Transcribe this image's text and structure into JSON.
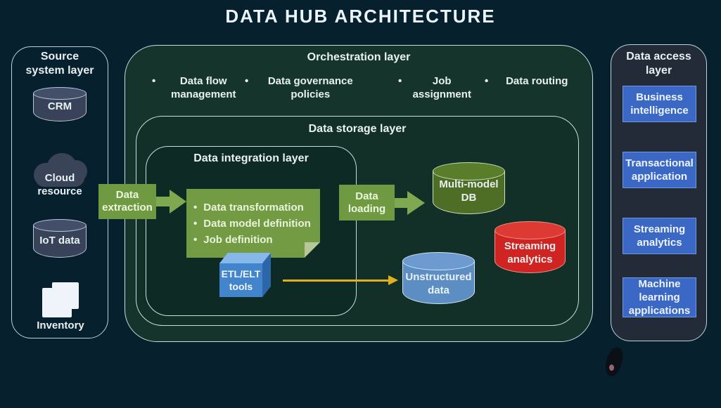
{
  "ui": {
    "bullet": "•"
  },
  "title": "DATA HUB ARCHITECTURE",
  "source_layer": {
    "title": "Source\nsystem layer",
    "items": [
      {
        "label": "CRM",
        "icon": "database-cylinder-icon"
      },
      {
        "label": "Cloud\nresource",
        "icon": "cloud-icon"
      },
      {
        "label": "IoT data",
        "icon": "database-cylinder-icon"
      },
      {
        "label": "Inventory",
        "icon": "documents-icon"
      }
    ]
  },
  "orchestration_layer": {
    "title": "Orchestration layer",
    "items": [
      {
        "label": "Data flow\nmanagement"
      },
      {
        "label": "Data governance\npolicies"
      },
      {
        "label": "Job\nassignment"
      },
      {
        "label": "Data routing"
      }
    ]
  },
  "storage_layer": {
    "title": "Data storage layer"
  },
  "integration_layer": {
    "title": "Data integration layer",
    "bullets": [
      "Data transformation",
      "Data model definition",
      "Job definition"
    ],
    "etl_tools_label": "ETL/ELT\ntools"
  },
  "flows": {
    "extraction_label": "Data\nextraction",
    "loading_label": "Data\nloading"
  },
  "storage_nodes": {
    "multi_model_db": "Multi-model\nDB",
    "streaming_analytics": "Streaming\nanalytics",
    "unstructured_data": "Unstructured\ndata"
  },
  "access_layer": {
    "title": "Data access\nlayer",
    "items": [
      {
        "label": "Business\nintelligence"
      },
      {
        "label": "Transactional\napplication"
      },
      {
        "label": "Streaming\nanalytics"
      },
      {
        "label": "Machine\nlearning\napplications"
      }
    ]
  },
  "colors": {
    "background": "#07202d",
    "layer_green_fill": "#15352c",
    "layer_border": "#c8dfdd",
    "process_green": "#6f9a41",
    "arrow_green": "#7fa850",
    "panel_green": "#729b43",
    "etl_cube_blue": "#4285cc",
    "access_button_blue": "#3a68c4",
    "multi_model_olive": "#4d6e24",
    "streaming_red": "#cf2421",
    "unstructured_blue": "#5c8dc3",
    "source_icon_slate": "#38435a",
    "connector_yellow": "#e2b01d"
  }
}
